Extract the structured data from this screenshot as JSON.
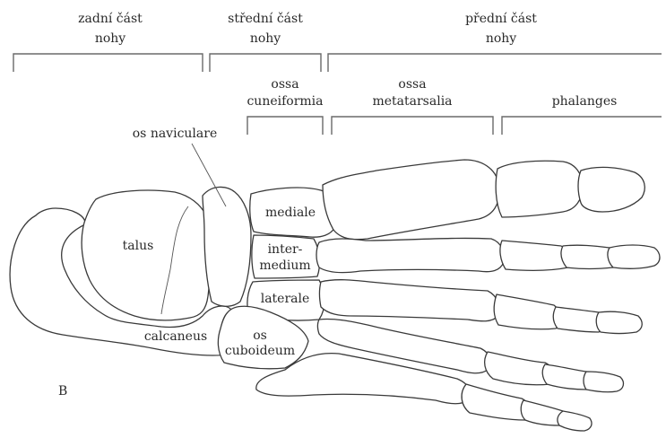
{
  "regions": {
    "hindfoot": [
      "zadní část",
      "nohy"
    ],
    "midfoot": [
      "střední část",
      "nohy"
    ],
    "forefoot": [
      "přední část",
      "nohy"
    ]
  },
  "subregions": {
    "cuneiform": [
      "ossa",
      "cuneiformia"
    ],
    "metatarsal": [
      "ossa",
      "metatarsalia"
    ],
    "phalanges": [
      "phalanges"
    ]
  },
  "labels": {
    "navicular": "os naviculare",
    "talus": "talus",
    "calcaneus": "calcaneus",
    "mediale": "mediale",
    "intermedium": [
      "inter-",
      "medium"
    ],
    "laterale": "laterale",
    "cuboid": [
      "os",
      "cuboideum"
    ]
  },
  "figure_letter": "B"
}
